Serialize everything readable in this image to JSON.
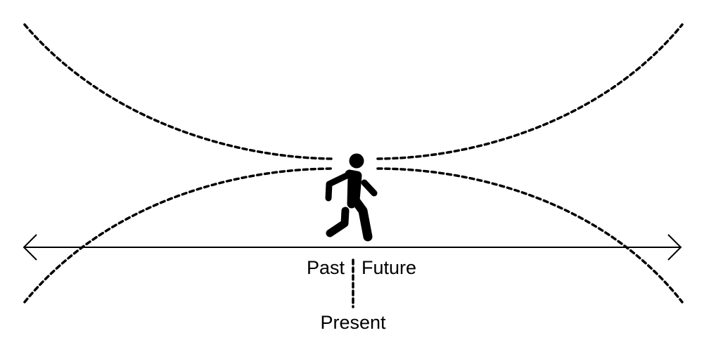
{
  "labels": {
    "past": "Past",
    "future": "Future",
    "present": "Present"
  },
  "icons": [
    "walking-person-icon",
    "double-headed-arrow-icon"
  ],
  "colors": {
    "stroke": "#000000",
    "background": "#ffffff"
  }
}
